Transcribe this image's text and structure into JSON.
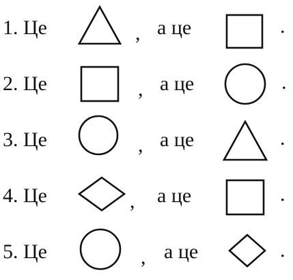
{
  "worksheet": {
    "rows": [
      {
        "number_text": "1. Це",
        "comma": ",",
        "connector": "а це",
        "period": ".",
        "first_shape_icon": "triangle-icon",
        "second_shape_icon": "square-icon"
      },
      {
        "number_text": "2. Це",
        "comma": ",",
        "connector": "а це",
        "period": ".",
        "first_shape_icon": "square-icon",
        "second_shape_icon": "circle-icon"
      },
      {
        "number_text": "3. Це",
        "comma": ",",
        "connector": "а це",
        "period": ".",
        "first_shape_icon": "circle-icon",
        "second_shape_icon": "triangle-icon"
      },
      {
        "number_text": "4. Це",
        "comma": ",",
        "connector": "а це",
        "period": ".",
        "first_shape_icon": "rhombus-icon",
        "second_shape_icon": "square-icon"
      },
      {
        "number_text": "5. Це",
        "comma": ",",
        "connector": "а це",
        "period": ".",
        "first_shape_icon": "circle-icon",
        "second_shape_icon": "rhombus-icon"
      }
    ]
  }
}
